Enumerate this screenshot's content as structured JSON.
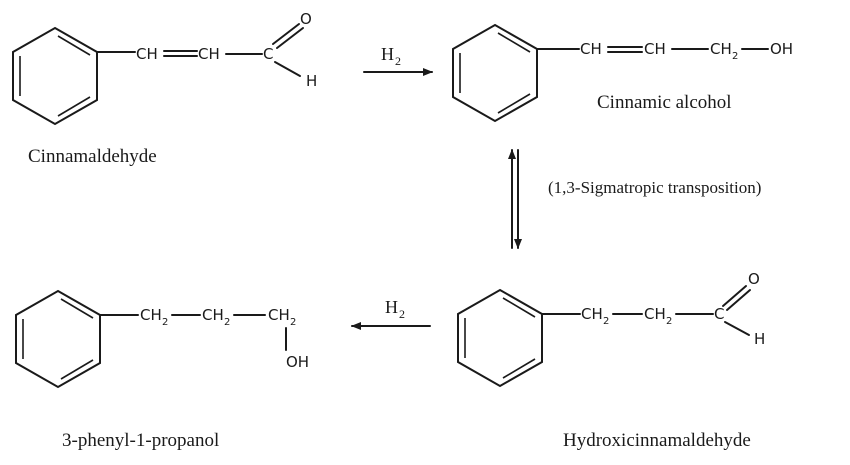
{
  "compounds": {
    "cinnamaldehyde": {
      "name": "Cinnamaldehyde",
      "chain1": "CH",
      "chain2": "CH",
      "carbon": "C",
      "oxygen": "O",
      "hydrogen": "H"
    },
    "cinnamic_alcohol": {
      "name": "Cinnamic alcohol",
      "chain1": "CH",
      "chain2": "CH",
      "chain3": "CH",
      "chain3_sub": "2",
      "oh": "OH"
    },
    "hydroxicinnamaldehyde": {
      "name": "Hydroxicinnamaldehyde",
      "chain1": "CH",
      "chain1_sub": "2",
      "chain2": "CH",
      "chain2_sub": "2",
      "carbon": "C",
      "oxygen": "O",
      "hydrogen": "H"
    },
    "phenylpropanol": {
      "name": "3-phenyl-1-propanol",
      "chain1": "CH",
      "chain1_sub": "2",
      "chain2": "CH",
      "chain2_sub": "2",
      "chain3": "CH",
      "chain3_sub": "2",
      "oh": "OH"
    }
  },
  "reactions": {
    "hydrogenation_1": {
      "reagent": "H",
      "reagent_sub": "2"
    },
    "hydrogenation_2": {
      "reagent": "H",
      "reagent_sub": "2"
    },
    "transposition": {
      "label": "(1,3-Sigmatropic transposition)"
    }
  }
}
